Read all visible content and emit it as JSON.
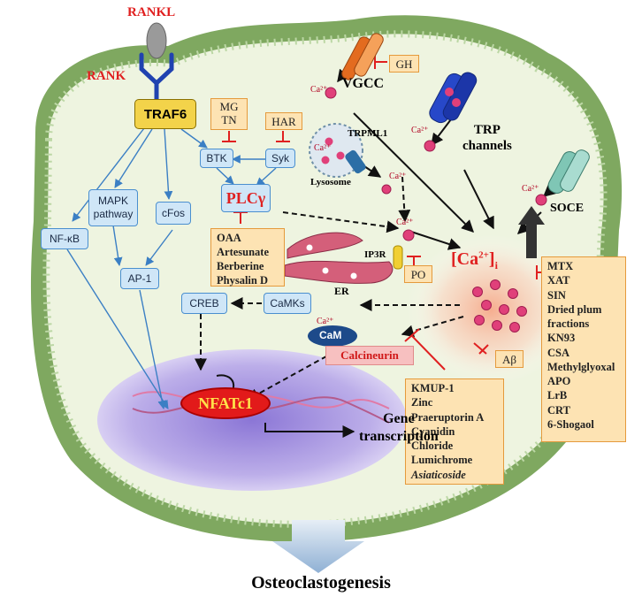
{
  "receptor": {
    "ligand": "RANKL",
    "receptor": "RANK",
    "adaptor": "TRAF6"
  },
  "kinases": {
    "btk": "BTK",
    "syk": "Syk",
    "plc": "PLCγ"
  },
  "pathways": {
    "mapk": "MAPK\npathway",
    "cfos": "cFos",
    "nfkb": "NF-κB",
    "ap1": "AP-1",
    "creb": "CREB",
    "camks": "CaMKs"
  },
  "inhibitors": {
    "mg_tn": "MG\nTN",
    "har": "HAR",
    "gh": "GH",
    "po": "PO",
    "abeta": "Aβ",
    "plc_list": "OAA\nArtesunate\nBerberine\nPhysalin D",
    "calcineurin_list": [
      "KMUP-1",
      "Zinc",
      "Praeruptorin A",
      "Cyanidin",
      "Chloride",
      "Lumichrome"
    ],
    "calcineurin_list_italic": "Asiaticoside",
    "calcium_list": [
      "MTX",
      "XAT",
      "SIN",
      "Dried plum",
      "fractions",
      "KN93",
      "CSA",
      "Methylglyoxal",
      "APO",
      "LrB",
      "CRT",
      "6-Shogaol"
    ]
  },
  "channels": {
    "vgcc": "VGCC",
    "trp": "TRP\nchannels",
    "soce": "SOCE",
    "trpml1": "TRPML1",
    "lysosome": "Lysosome",
    "ip3r": "IP3R",
    "er": "ER"
  },
  "ions": {
    "ca": "Ca²⁺",
    "cai_main": "[Ca",
    "cai_sup": "2+",
    "cai_close": "]",
    "cai_sub": "i"
  },
  "calmodulin": {
    "cam": "CaM",
    "calcineurin": "Calcineurin"
  },
  "nucleus": {
    "nfatc1": "NFATc1",
    "gene": "Gene\ntranscription"
  },
  "outcome": "Osteoclastogenesis",
  "colors": {
    "red": "#e02020",
    "blue": "#4a8fcf",
    "orange_fill": "#fde3b3",
    "cell_fill": "#eef4e0",
    "cell_border": "#8fb870",
    "nucleus": "#b9a8e6"
  }
}
